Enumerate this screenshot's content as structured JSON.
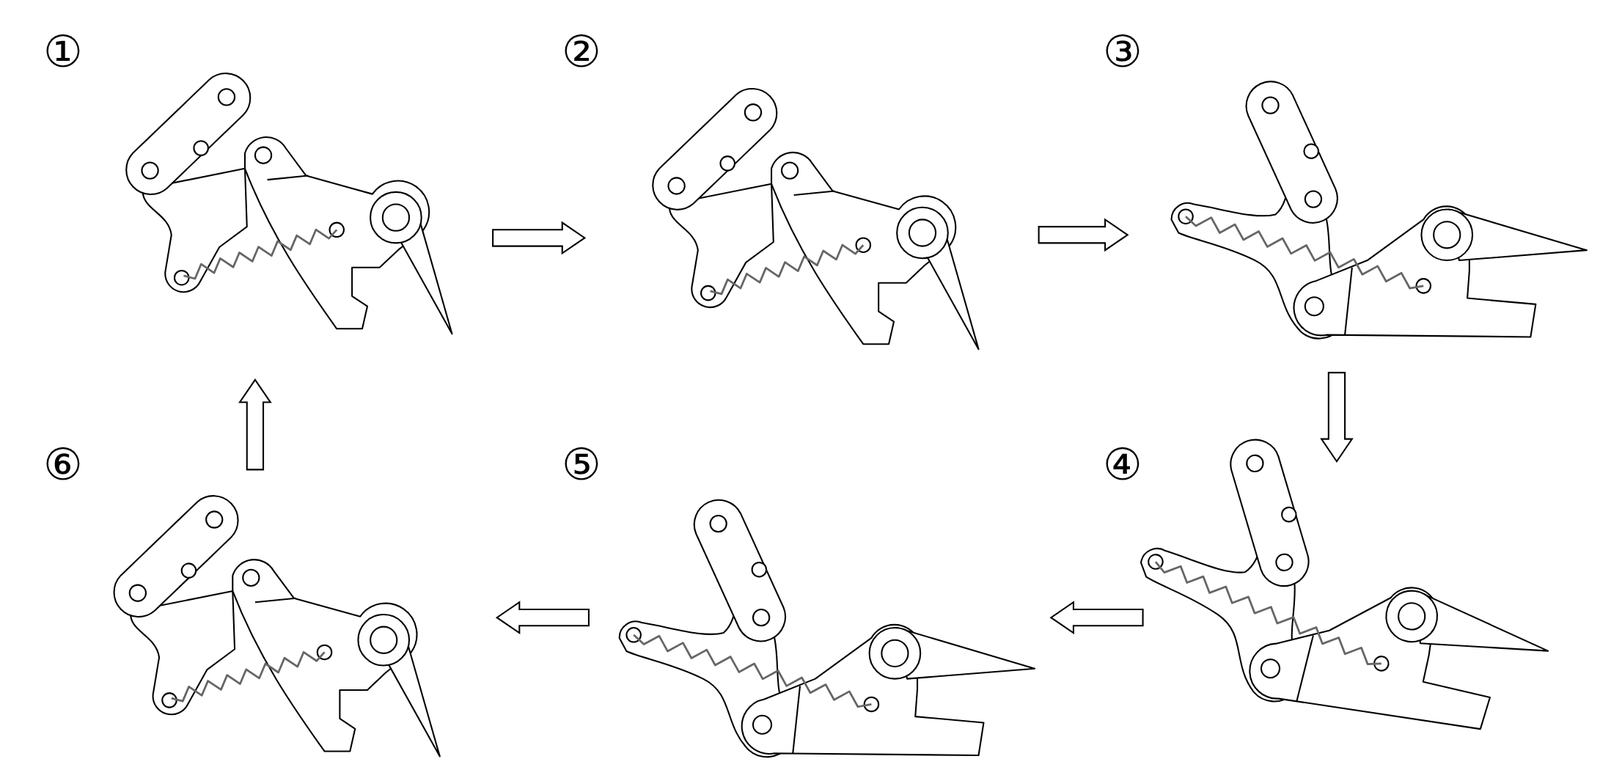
{
  "diagram": {
    "labels": [
      "①",
      "②",
      "③",
      "④",
      "⑤",
      "⑥"
    ]
  }
}
